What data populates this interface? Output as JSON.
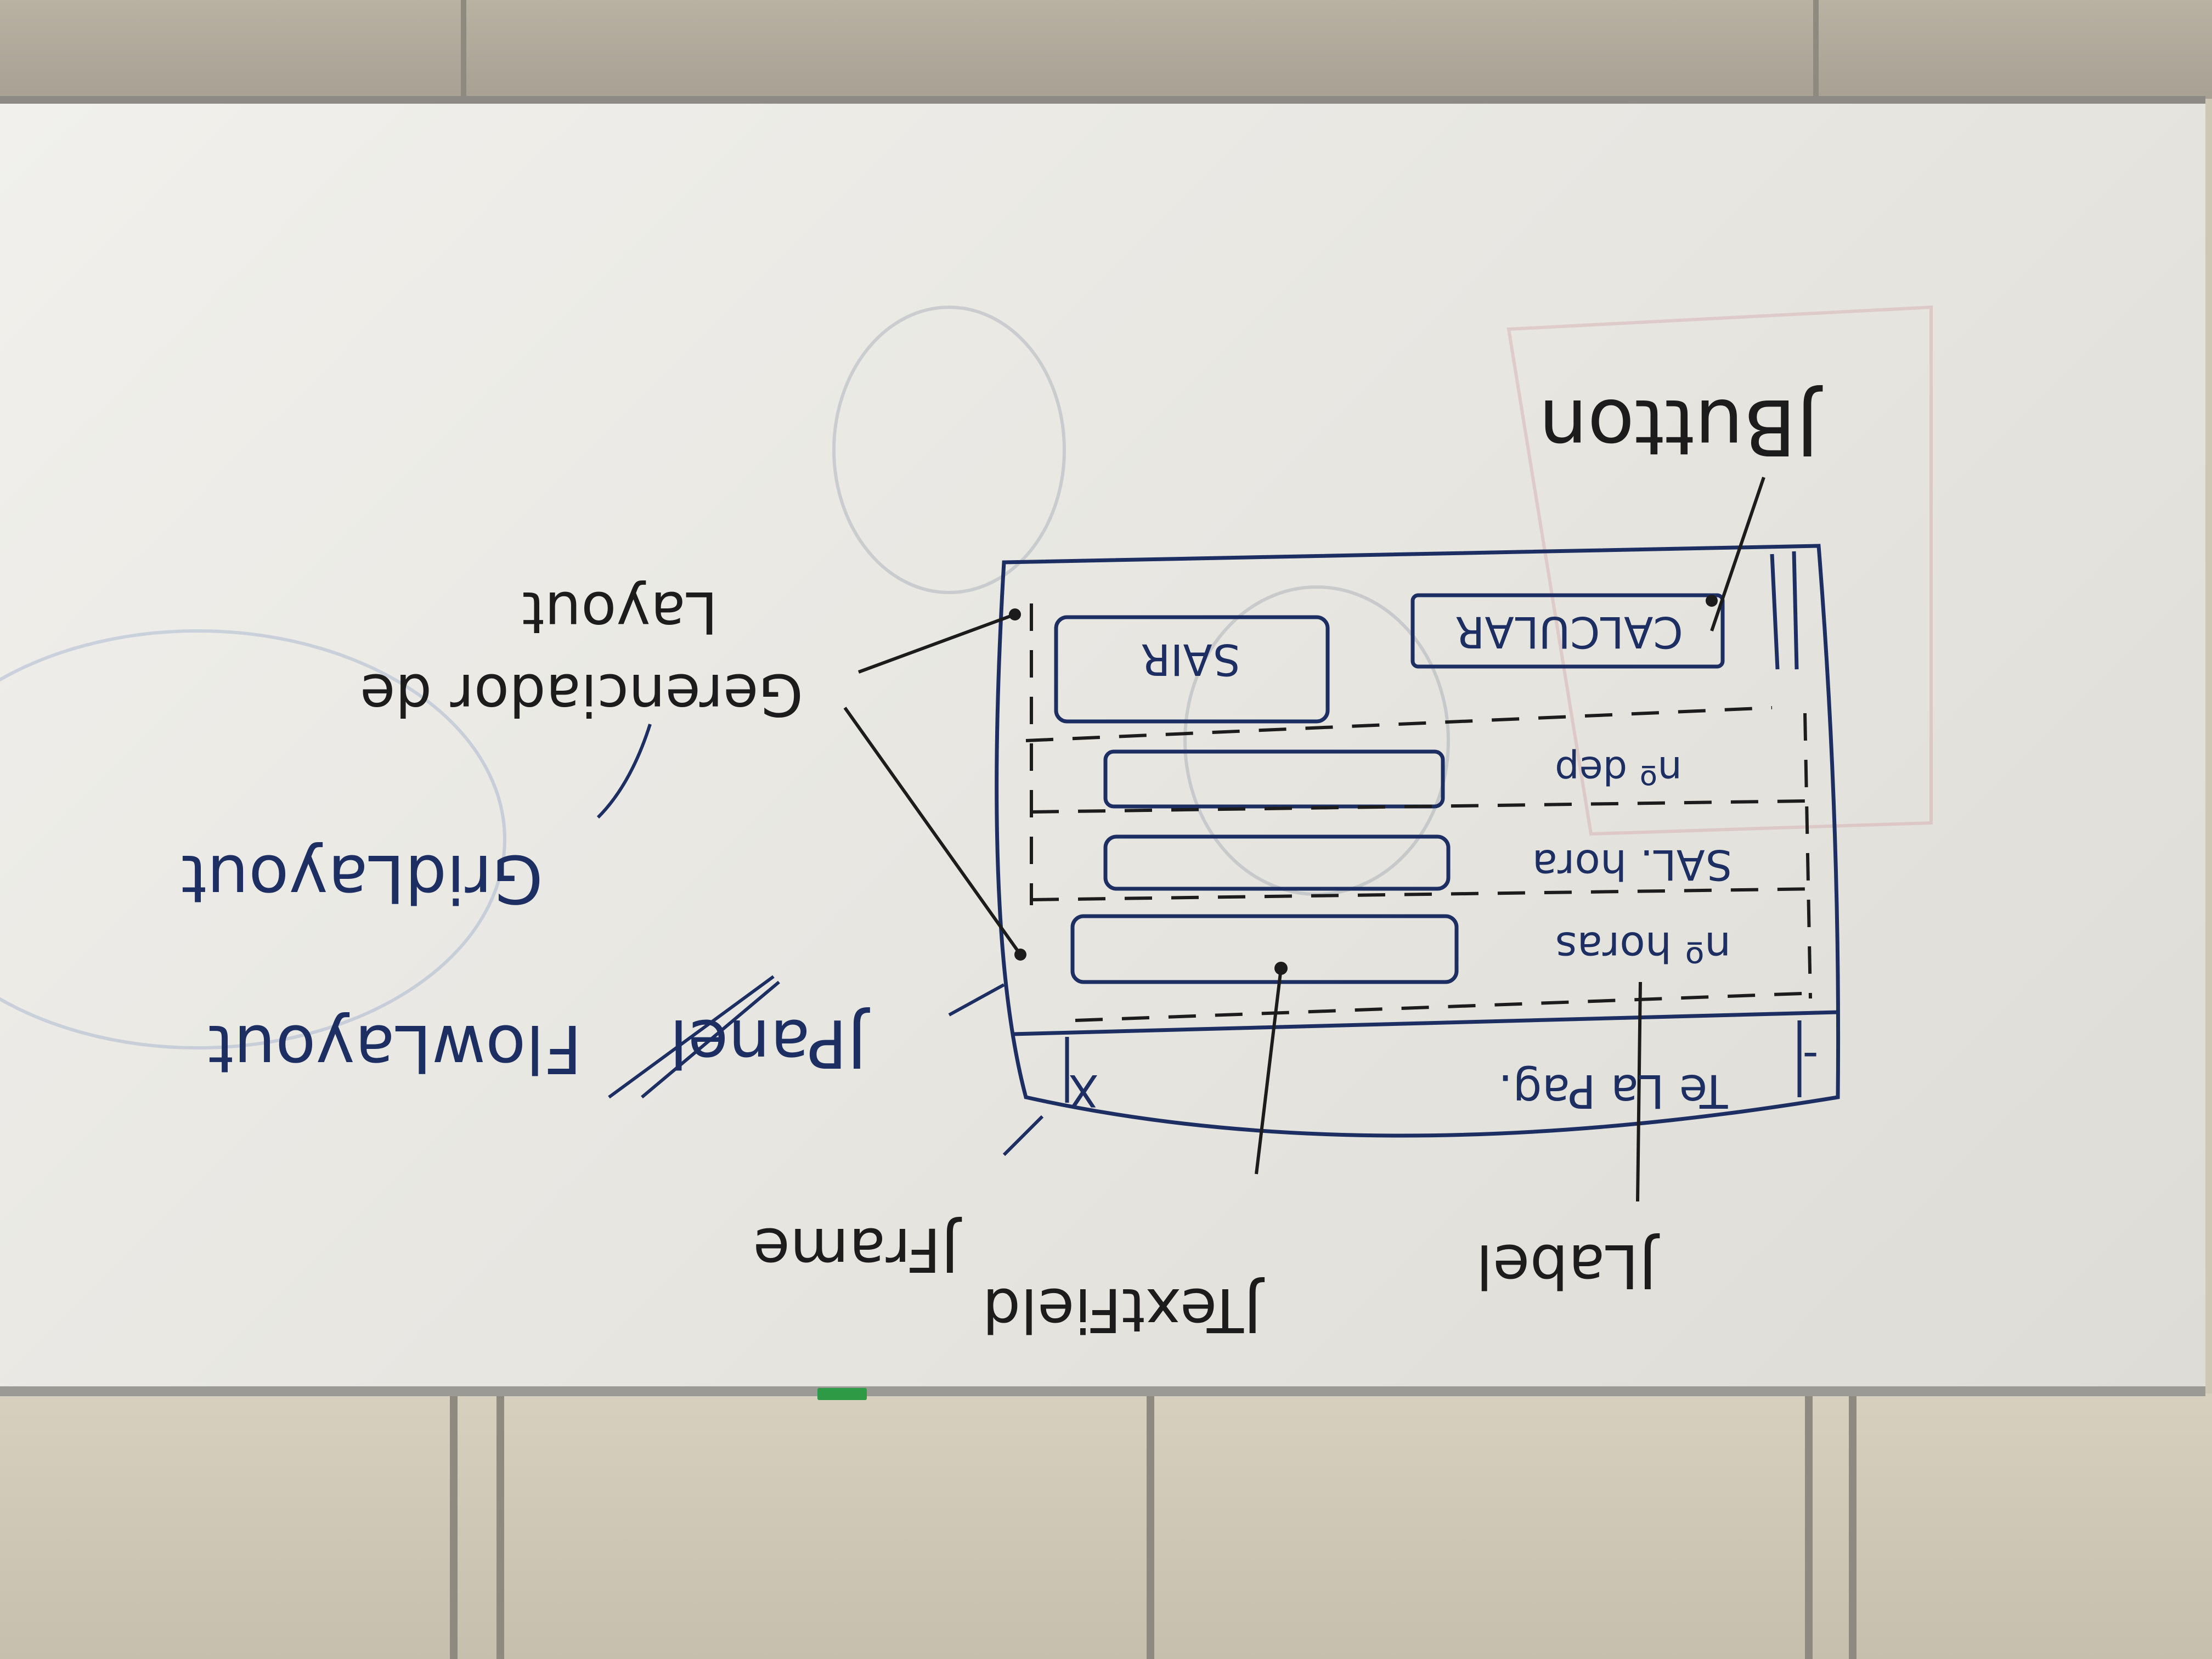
{
  "whiteboard": {
    "window_labels": {
      "title": "Te La Pag.",
      "close_button": "X",
      "minimize_button": "-"
    },
    "form_labels": {
      "hours": "nº horas",
      "salary_hour": "SAL. hora",
      "dependents": "nº dep"
    },
    "buttons": {
      "calculate": "CALCULAR",
      "exit": "SAIR"
    },
    "annotations": {
      "jbutton": "JButton",
      "jlabel": "JLabel",
      "jtextfield": "JTextField",
      "jframe": "JFrame",
      "jpanel": "JPanel",
      "layout_manager_line1": "Gerenciador de",
      "layout_manager_line2": "Layout",
      "gridlayout": "GridLayout",
      "flowlayout": "FlowLayout"
    },
    "ink_colors": {
      "blue": "#1d2f62",
      "black": "#1c1c1c",
      "light_blue": "#5f7fb8"
    }
  }
}
